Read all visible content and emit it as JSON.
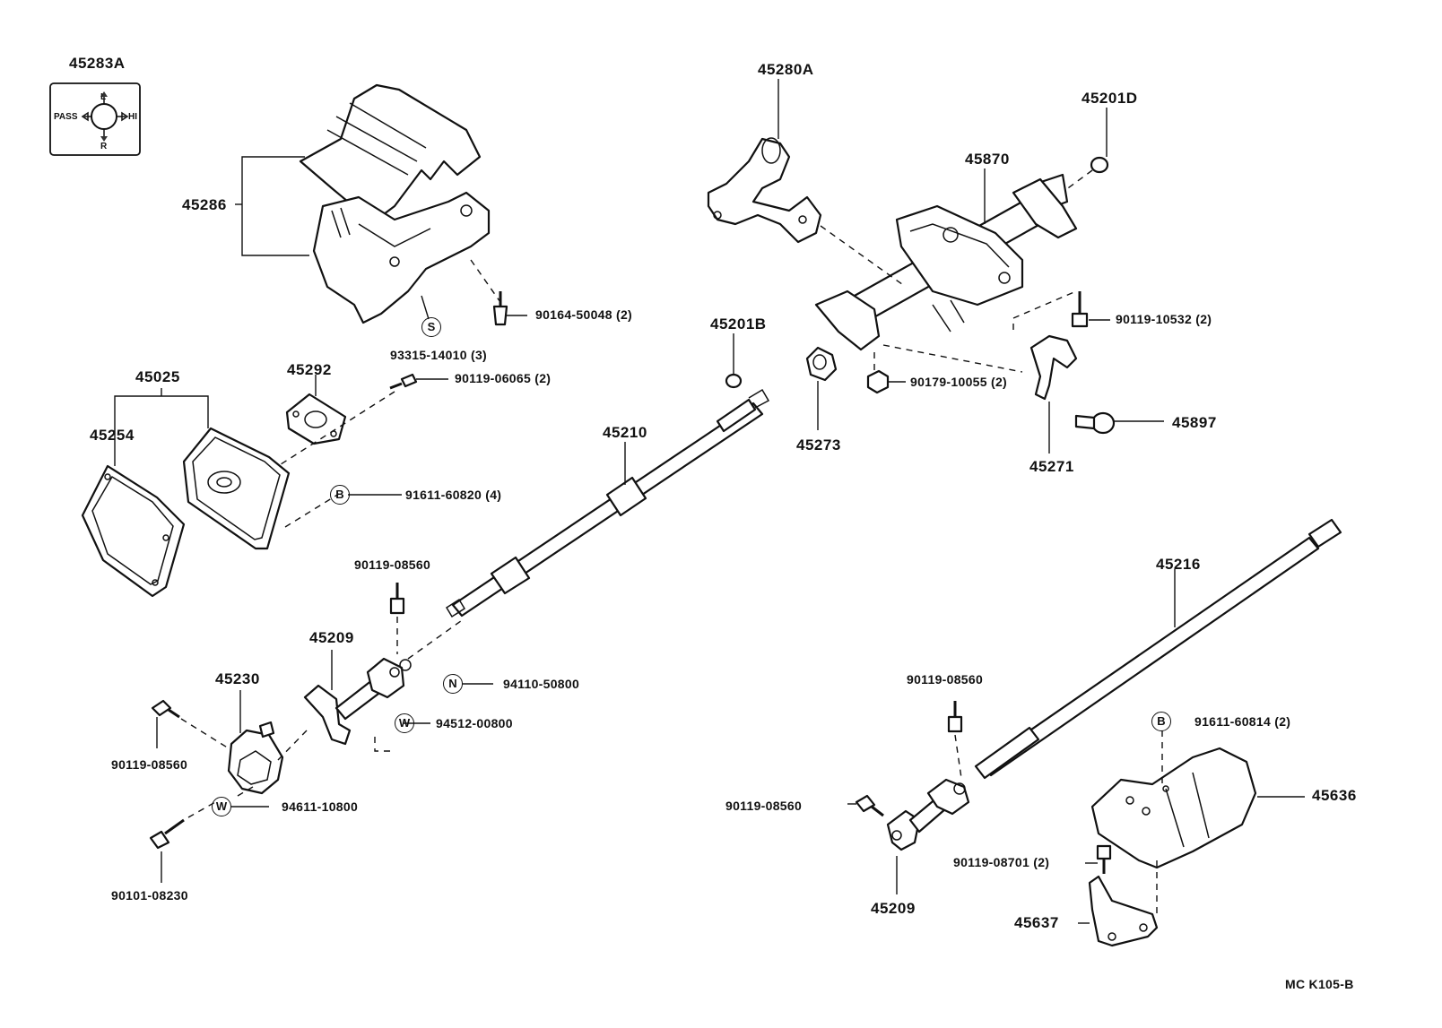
{
  "labels": {
    "p45283A": "45283A",
    "p45286": "45286",
    "p90164": "90164-50048 (2)",
    "p93315": "93315-14010 (3)",
    "p45025": "45025",
    "p45254": "45254",
    "p45292": "45292",
    "p90119_06065": "90119-06065 (2)",
    "p91611_60820": "91611-60820 (4)",
    "p45210": "45210",
    "p45201B": "45201B",
    "p45280A": "45280A",
    "p45201D": "45201D",
    "p45870": "45870",
    "p90119_10532": "90119-10532 (2)",
    "p90179": "90179-10055 (2)",
    "p45273": "45273",
    "p45271": "45271",
    "p45897": "45897",
    "p90119_08560_a": "90119-08560",
    "p45209_a": "45209",
    "p45230": "45230",
    "p90119_08560_b": "90119-08560",
    "p94110": "94110-50800",
    "p94512": "94512-00800",
    "p94611": "94611-10800",
    "p90101": "90101-08230",
    "p45216": "45216",
    "p90119_08560_c": "90119-08560",
    "p90119_08560_d": "90119-08560",
    "p45209_b": "45209",
    "p91611_60814": "91611-60814 (2)",
    "p45636": "45636",
    "p90119_08701": "90119-08701 (2)",
    "p45637": "45637",
    "ref_code": "MC K105-B"
  },
  "symbols": {
    "s": "S",
    "b": "B",
    "n": "N",
    "w": "W",
    "b2": "B",
    "w2": "W"
  },
  "switch_icon": {
    "left": "PASS",
    "right": "HI",
    "top": "L",
    "bottom": "R"
  }
}
